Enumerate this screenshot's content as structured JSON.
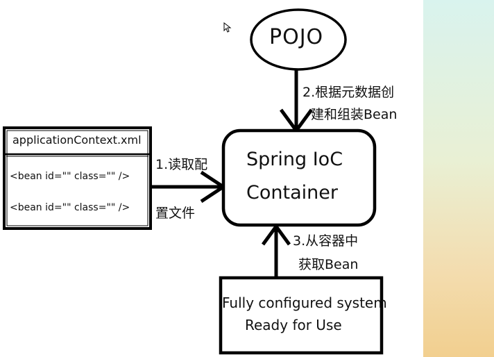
{
  "pojo_label": "POJO",
  "config_box": {
    "title": "applicationContext.xml",
    "lines": [
      "<bean id=\"\" class=\"\" />",
      "<bean id=\"\" class=\"\" />"
    ]
  },
  "container": {
    "line1": "Spring IoC",
    "line2": "Container"
  },
  "system_box": {
    "line1": "Fully configured system",
    "line2": "Ready for Use"
  },
  "steps": {
    "read_config": [
      "1.读取配",
      "置文件"
    ],
    "create_assemble": [
      "2.根据元数据创",
      "建和组装Bean"
    ],
    "get_from_container": [
      "3.从容器中",
      "获取Bean"
    ]
  }
}
